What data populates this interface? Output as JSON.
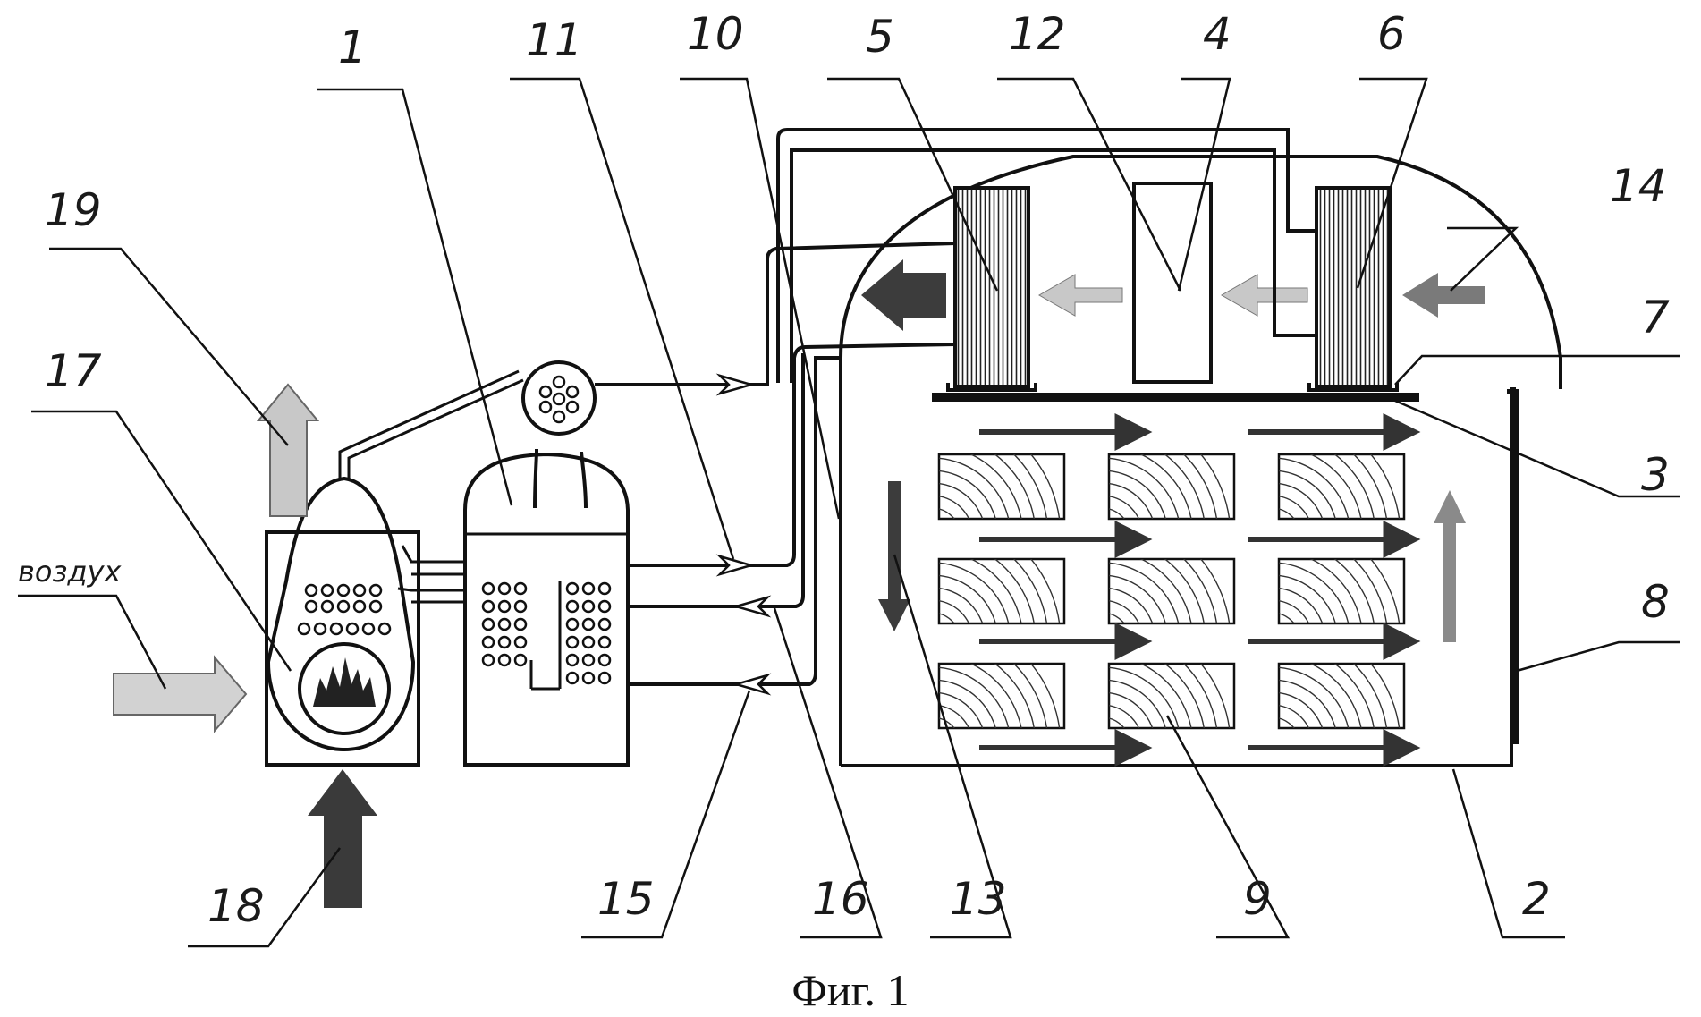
{
  "caption": "Фиг. 1",
  "air_label": "воздух",
  "labels": {
    "l1": "1",
    "l2": "2",
    "l3": "3",
    "l4": "4",
    "l5": "5",
    "l6": "6",
    "l7": "7",
    "l8": "8",
    "l9": "9",
    "l10": "10",
    "l11": "11",
    "l12": "12",
    "l13": "13",
    "l14": "14",
    "l15": "15",
    "l16": "16",
    "l17": "17",
    "l18": "18",
    "l19": "19"
  },
  "colors": {
    "line": "#111111",
    "dark_arrow": "#3c3c3c",
    "mid_arrow": "#8a8a8a",
    "light_arrow": "#c8c8c8"
  }
}
